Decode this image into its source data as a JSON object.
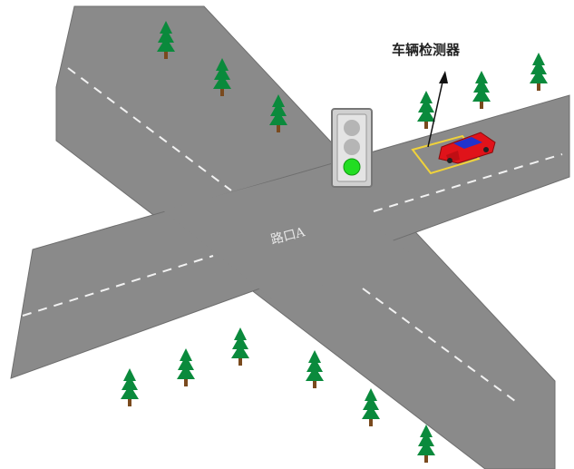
{
  "labels": {
    "detector": "车辆检测器",
    "junction": "路口A"
  },
  "traffic_light": {
    "active_lamp": "green",
    "lamps": [
      "red",
      "yellow",
      "green"
    ]
  },
  "icons": {
    "tree": "tree-icon",
    "car": "car-icon",
    "traffic_light": "traffic-light-icon",
    "arrow": "arrow-icon"
  },
  "colors": {
    "road": "#8a8a8a",
    "road_edge": "#6e6e6e",
    "lane_dash": "#f2f2f2",
    "tree_green": "#0a8a3c",
    "trunk": "#7a4a1e",
    "lamp_off": "#b5b5b5",
    "lamp_green": "#22dd22",
    "car_body": "#e0131a",
    "car_roof": "#2233cc",
    "detector_box": "#f0d23a"
  }
}
